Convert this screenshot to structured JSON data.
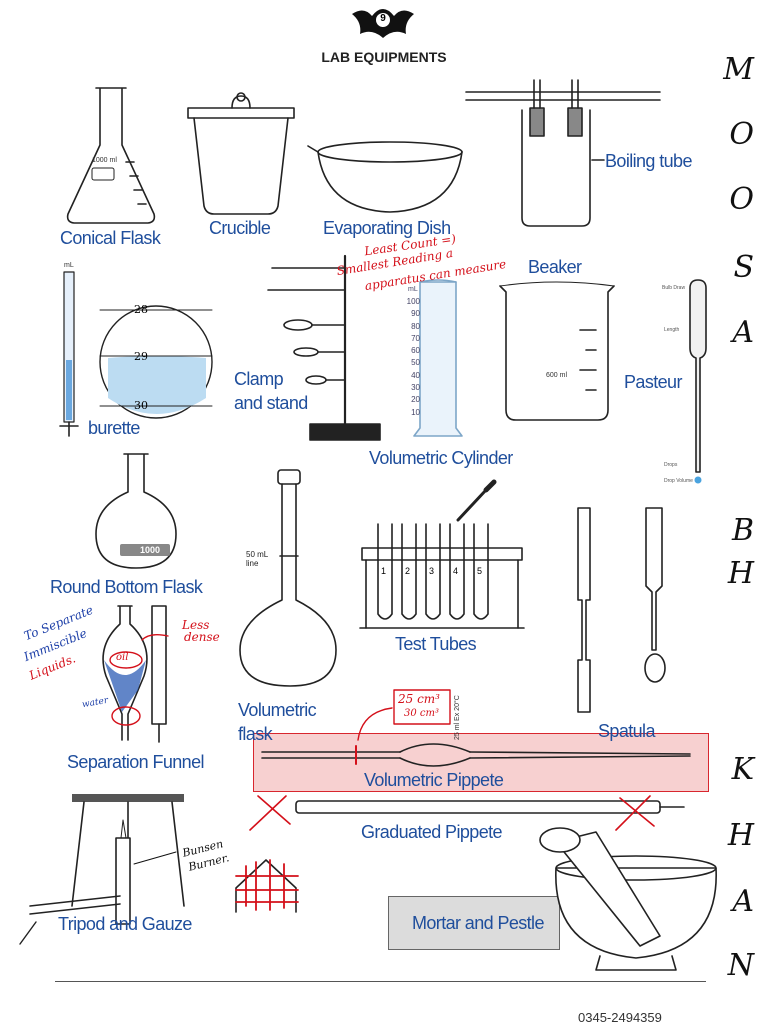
{
  "header": {
    "page_number": "9",
    "title": "LAB EQUIPMENTS"
  },
  "side_letters": [
    "M",
    "O",
    "O",
    "S",
    "A",
    "B",
    "H",
    "K",
    "H",
    "A",
    "N"
  ],
  "labels": {
    "conical_flask": "Conical Flask",
    "crucible": "Crucible",
    "evaporating_dish": "Evaporating Dish",
    "boiling_tube": "Boiling tube",
    "beaker": "Beaker",
    "burette": "burette",
    "clamp_and_stand": "Clamp\nand stand",
    "volumetric_cylinder": "Volumetric Cylinder",
    "pasteur": "Pasteur",
    "round_bottom_flask": "Round Bottom Flask",
    "test_tubes": "Test Tubes",
    "spatula": "Spatula",
    "separation_funnel": "Separation Funnel",
    "volumetric_flask": "Volumetric\nflask",
    "volumetric_pipette": "Volumetric Pippete",
    "graduated_pipette": "Graduated Pippete",
    "tripod_and_gauze": "Tripod and Gauze",
    "mortar_and_pestle": "Mortar and Pestle"
  },
  "image_text": {
    "conical_flask_volume": "1000 ml",
    "burette_scale": [
      "28",
      "29",
      "30"
    ],
    "burette_unit": "mL",
    "cylinder_unit": "mL",
    "cylinder_scale": [
      "100",
      "90",
      "80",
      "70",
      "60",
      "50",
      "40",
      "30",
      "20",
      "10"
    ],
    "beaker_volume": "600 ml",
    "round_flask_volume": "1000",
    "volumetric_flask_mark": "50 mL\nline",
    "test_tube_numbers": [
      "1",
      "2",
      "3",
      "4",
      "5"
    ],
    "pipette_marking": "25 ml Ex 20°C",
    "pasteur_bulb": "Bulb Draw",
    "pasteur_length": "Length",
    "pasteur_drops": "Drops",
    "pasteur_drop_volume": "Drop Volume"
  },
  "annotations": {
    "least_count_1": "Least Count =)",
    "least_count_2": "Smallest Reading a",
    "least_count_3": "apparatus can measure",
    "separate_1": "To Separate",
    "separate_2": "Immiscible",
    "separate_3": "Liquids.",
    "less_dense_1": "Less",
    "less_dense_2": "dense",
    "oil": "oil",
    "water": "water",
    "pipette_volume_1": "25 cm³",
    "pipette_volume_2": "30 cm³",
    "bunsen_1": "Bunsen",
    "bunsen_2": "Burner."
  },
  "footer": {
    "phone": "0345-2494359"
  },
  "colors": {
    "label_blue": "#1f4e9c",
    "annotation_red": "#d4101a",
    "highlight_red": "#d8262e"
  }
}
